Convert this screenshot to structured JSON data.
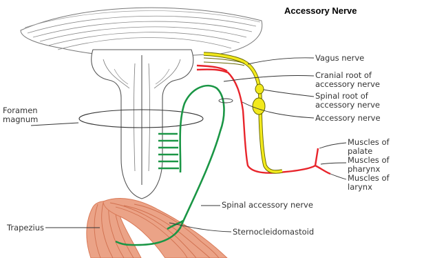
{
  "title": "Accessory Nerve",
  "labels": {
    "vagus": "Vagus nerve",
    "cranial_root_1": "Cranial root of",
    "cranial_root_2": "accessory nerve",
    "spinal_root_1": "Spinal root of",
    "spinal_root_2": "accessory nerve",
    "accessory": "Accessory nerve",
    "palate_1": "Muscles of",
    "palate_2": "palate",
    "pharynx_1": "Muscles of",
    "pharynx_2": "pharynx",
    "larynx_1": "Muscles of",
    "larynx_2": "larynx",
    "foramen_1": "Foramen",
    "foramen_2": "magnum",
    "spinal_accessory": "Spinal accessory nerve",
    "trapezius": "Trapezius",
    "sternocleidomastoid": "Sternocleidomastoid"
  },
  "colors": {
    "spinal_root": "#1a9645",
    "cranial_root": "#e8242b",
    "vagus": "#f2e91c",
    "muscle": "#eba387"
  }
}
